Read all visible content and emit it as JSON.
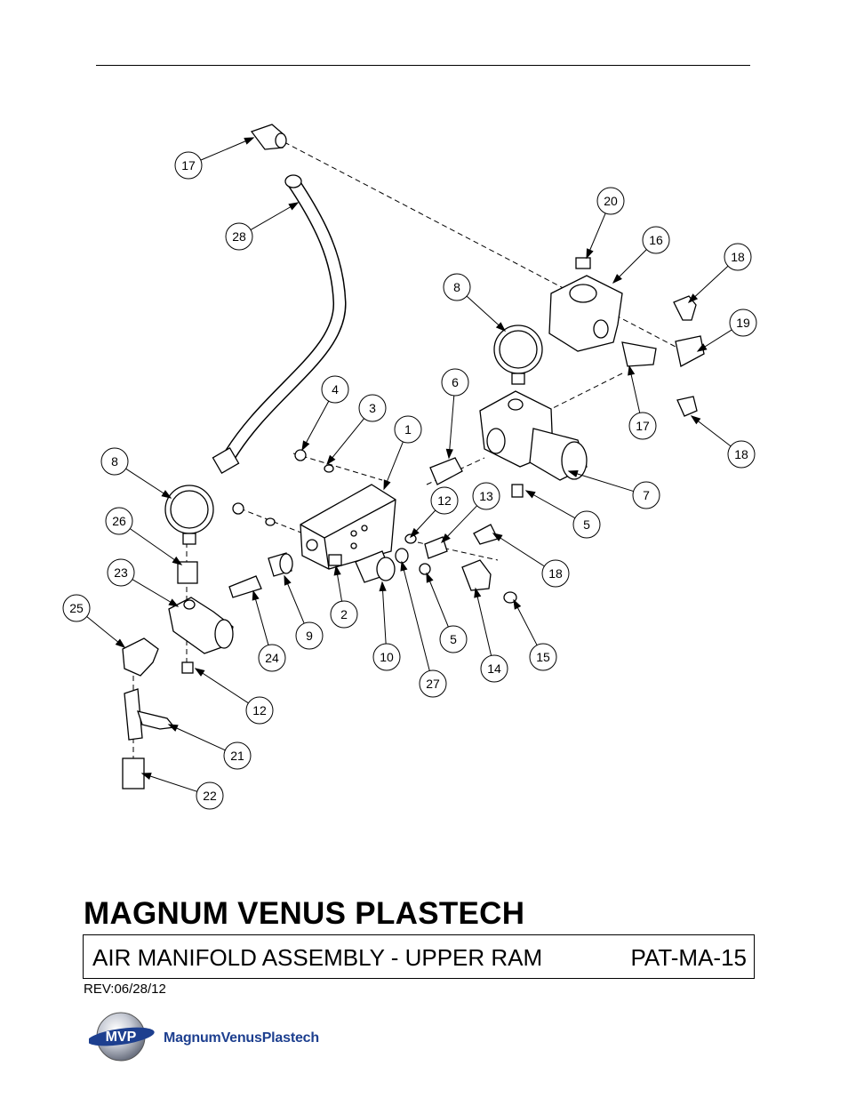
{
  "header": {
    "company_name": "MAGNUM VENUS PLASTECH",
    "title": "AIR MANIFOLD ASSEMBLY - UPPER RAM",
    "doc_number": "PAT-MA-15",
    "revision": "REV:06/28/12"
  },
  "logo": {
    "badge_text": "MVP",
    "name": "MagnumVenusPlastech",
    "brand_color": "#1d3f8f"
  },
  "callouts": [
    "17",
    "28",
    "20",
    "16",
    "18",
    "8",
    "19",
    "4",
    "3",
    "1",
    "6",
    "17",
    "18",
    "8",
    "26",
    "23",
    "25",
    "12",
    "13",
    "7",
    "5",
    "18",
    "2",
    "9",
    "24",
    "10",
    "27",
    "5",
    "14",
    "15",
    "12",
    "21",
    "22"
  ]
}
